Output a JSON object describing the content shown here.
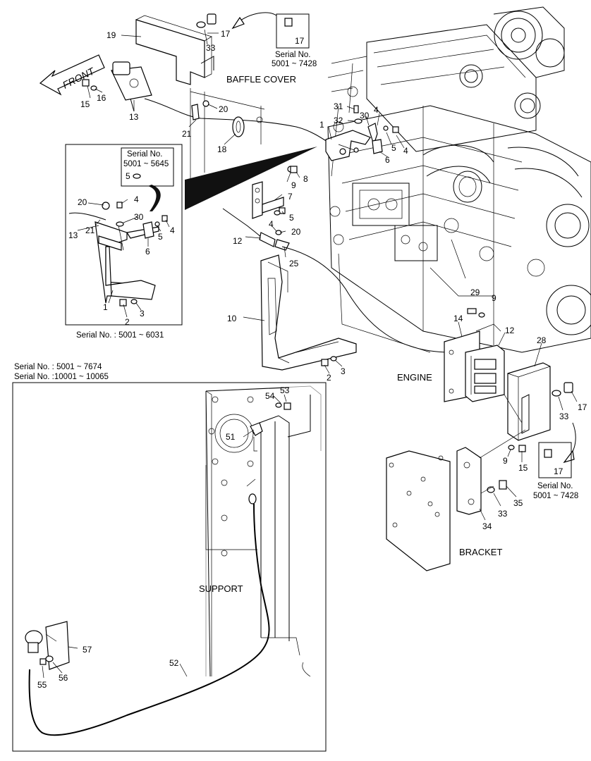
{
  "labels": {
    "front": "FRONT",
    "baffle_cover": "BAFFLE COVER",
    "engine": "ENGINE",
    "bracket": "BRACKET",
    "support": "SUPPORT"
  },
  "serial_notes": {
    "top_box_title": "Serial No.",
    "top_box_range": "5001 ~ 7428",
    "top_box_part": "17",
    "right_box_title": "Serial No.",
    "right_box_range": "5001 ~ 7428",
    "right_box_part": "17",
    "inset_box_title": "Serial No.",
    "inset_box_range": "5001 ~ 5645",
    "inset_box_part": "5",
    "inset_caption": "Serial No. : 5001 ~ 6031",
    "lower_caption_1": "Serial No. : 5001 ~ 7674",
    "lower_caption_2": "Serial No. :10001 ~ 10065"
  },
  "callouts": {
    "c19": "19",
    "c17a": "17",
    "c33a": "33",
    "c16": "16",
    "c15a": "15",
    "c13a": "13",
    "c20a": "20",
    "c21a": "21",
    "c18": "18",
    "c1a": "1",
    "c31": "31",
    "c32": "32",
    "c30a": "30",
    "c4a": "4",
    "c5a": "5",
    "c4b": "4",
    "c6a": "6",
    "c9a": "9",
    "c8": "8",
    "c7": "7",
    "c5b": "5",
    "c4c": "4",
    "c12a": "12",
    "c20b": "20",
    "c25": "25",
    "c10": "10",
    "c2a": "2",
    "c3a": "3",
    "c20c": "20",
    "c4d": "4",
    "c13b": "13",
    "c21b": "21",
    "c30b": "30",
    "c5c": "5",
    "c4e": "4",
    "c6b": "6",
    "c1b": "1",
    "c3b": "3",
    "c2b": "2",
    "c29": "29",
    "c9b": "9",
    "c14": "14",
    "c12b": "12",
    "c28": "28",
    "c17b": "17",
    "c33b": "33",
    "c9c": "9",
    "c15b": "15",
    "c34": "34",
    "c33c": "33",
    "c35": "35",
    "c54": "54",
    "c53": "53",
    "c51": "51",
    "c57": "57",
    "c52": "52",
    "c55": "55",
    "c56": "56"
  }
}
